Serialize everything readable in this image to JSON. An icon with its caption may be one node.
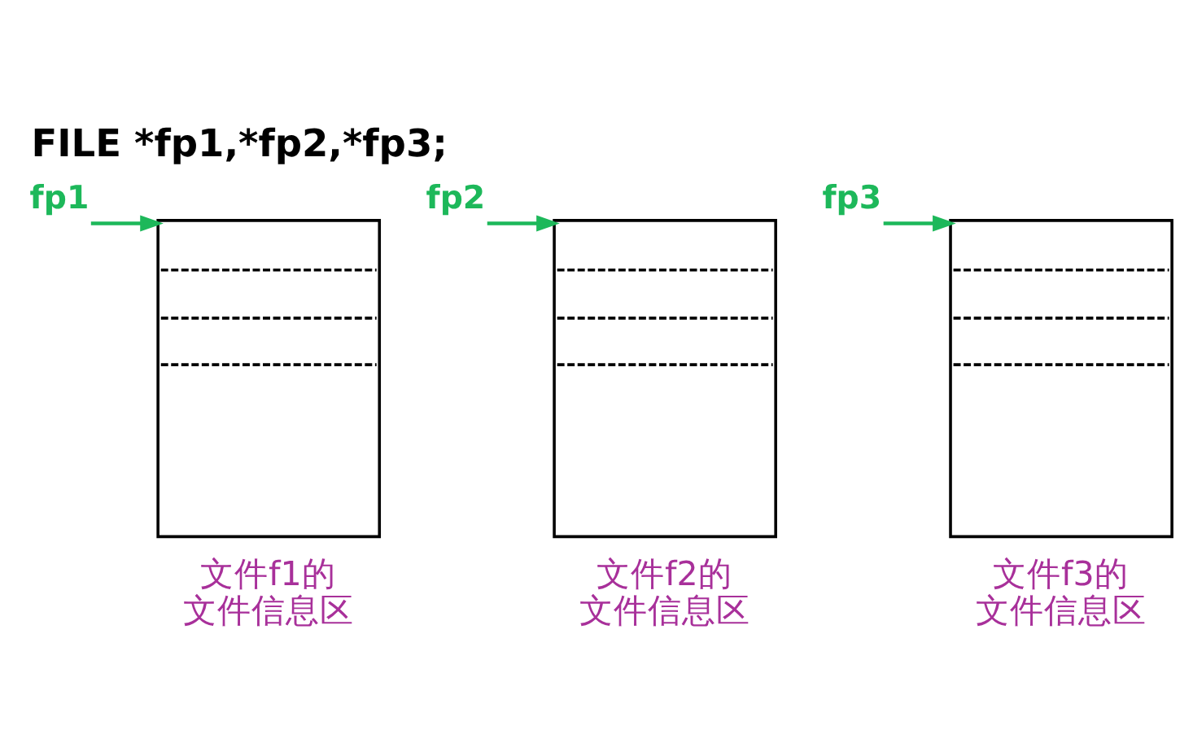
{
  "diagram": {
    "title": "FILE *fp1,*fp2,*fp3;",
    "nodes": [
      {
        "text": [
          "fp1"
        ]
      },
      {
        "text": [
          "fp2"
        ]
      },
      {
        "text": [
          "fp3"
        ]
      },
      {
        "text": [],
        "shape": "box",
        "beside": [
          "文件f1的文件信息区"
        ]
      },
      {
        "text": [],
        "shape": "box",
        "beside": [
          "文件f2的文件信息区"
        ]
      },
      {
        "text": [],
        "shape": "box",
        "beside": [
          "文件f3的文件信息区"
        ]
      }
    ],
    "edges": [
      {
        "from": 0,
        "to": 3,
        "arrow": "to"
      },
      {
        "from": 1,
        "to": 4,
        "arrow": "to"
      },
      {
        "from": 2,
        "to": 5,
        "arrow": "to"
      }
    ]
  }
}
